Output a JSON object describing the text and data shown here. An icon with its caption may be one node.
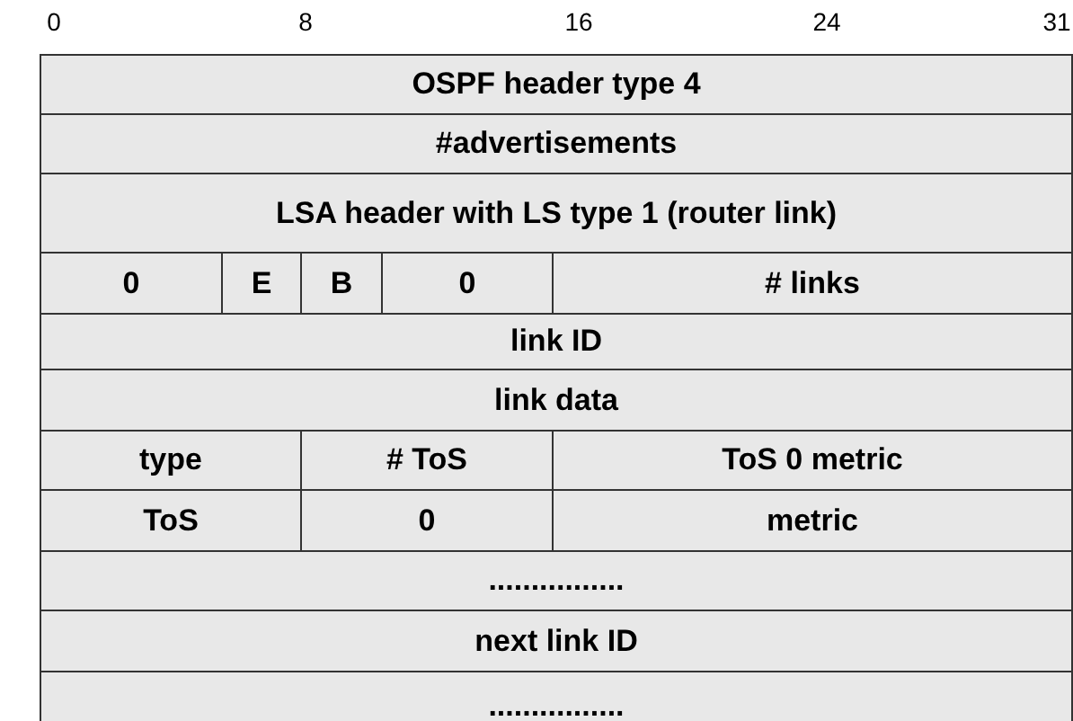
{
  "diagram": {
    "labels": [
      "0",
      "8",
      "16",
      "24",
      "31",
      "OSPF header type 4",
      "#advertisements",
      "LSA header with LS type 1 (router link)",
      "0",
      "E",
      "B",
      "0",
      "# links",
      "link ID",
      "link data",
      "type",
      "# ToS",
      "ToS 0 metric",
      "ToS",
      "0",
      "metric",
      "................",
      "next link ID",
      "................"
    ]
  }
}
